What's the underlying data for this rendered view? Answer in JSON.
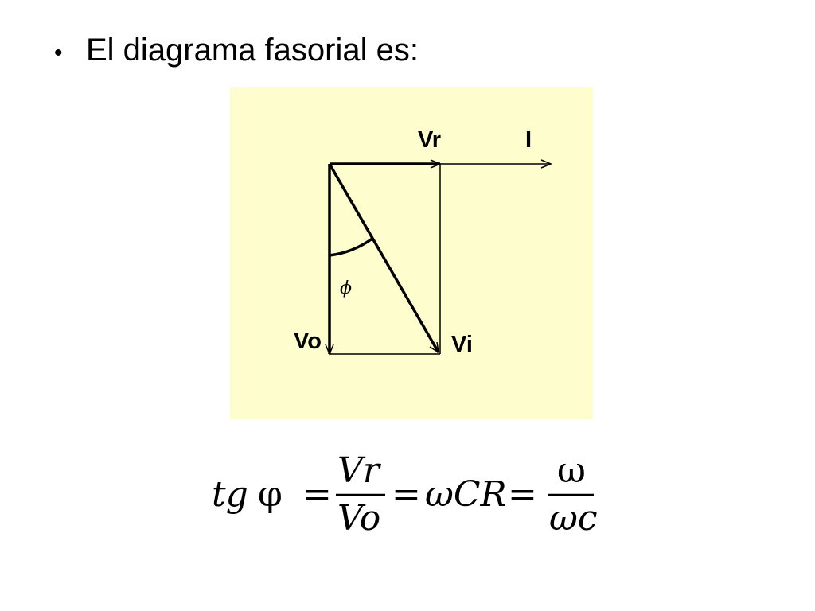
{
  "slide": {
    "bullet_symbol": "•",
    "bullet_text": "El diagrama fasorial es:"
  },
  "diagram": {
    "labels": {
      "vr": "Vr",
      "i": "I",
      "vo": "Vo",
      "vi": "Vi",
      "angle": "ϕ"
    },
    "colors": {
      "panel_background": "#fdfdcd",
      "lines": "#000000"
    }
  },
  "formula": {
    "lhs_tg": "tg",
    "lhs_phi": "φ",
    "eq1": "=",
    "frac1_num": "Vr",
    "frac1_den": "Vo",
    "eq2": "=",
    "middle": "ωCR",
    "eq3": "=",
    "frac2_num": "ω",
    "frac2_den": "ωc"
  }
}
